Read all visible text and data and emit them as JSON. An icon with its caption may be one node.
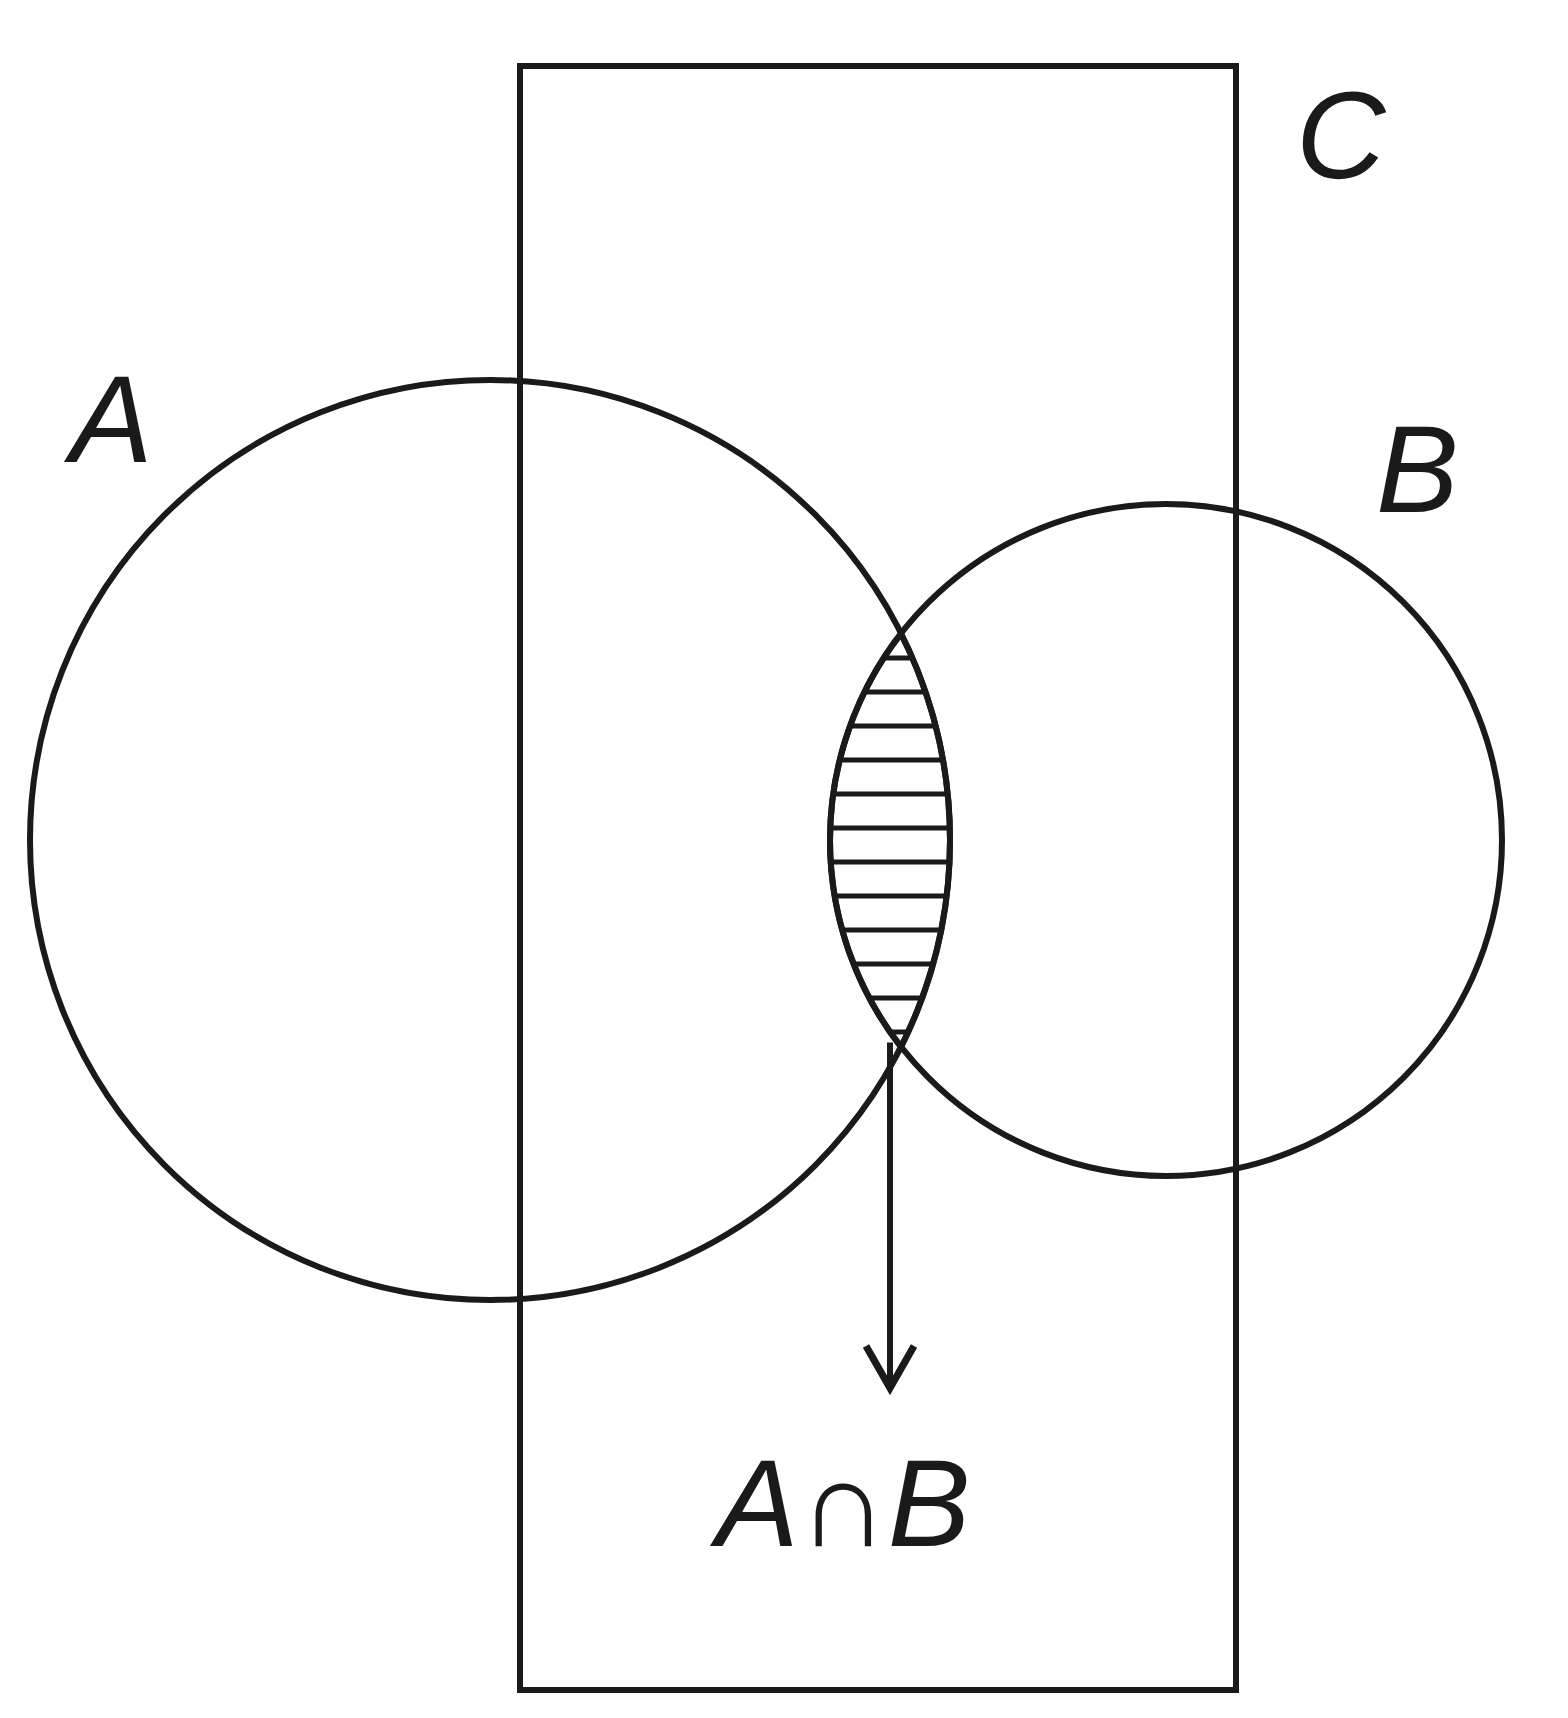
{
  "diagram": {
    "nodes": [
      {
        "text": [
          "C"
        ]
      },
      {
        "text": [
          "A"
        ]
      },
      {
        "text": [
          "B"
        ]
      },
      {
        "text": [],
        "shape": "lens"
      },
      {
        "text": [
          "A∩B"
        ],
        "in": 0
      }
    ],
    "edges": [
      {
        "from": 3,
        "to": 4,
        "arrow": "to"
      }
    ]
  }
}
